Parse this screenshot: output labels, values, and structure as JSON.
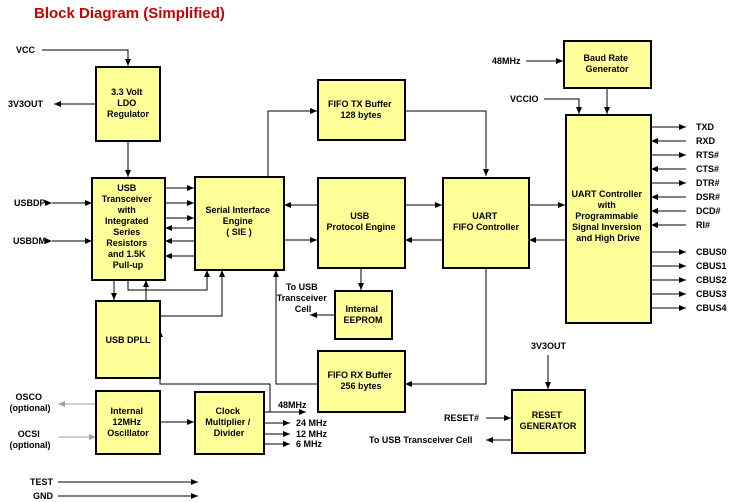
{
  "title": "Block Diagram (Simplified)",
  "colors": {
    "title": "#cc0000",
    "block_fill": "#ffff99",
    "block_stroke": "#000000",
    "line": "#000000",
    "gray_line": "#a0a0a0"
  },
  "blocks": {
    "ldo": [
      "3.3 Volt",
      "LDO",
      "Regulator"
    ],
    "usb_transceiver": [
      "USB",
      "Transceiver",
      "with",
      "Integrated",
      "Series",
      "Resistors",
      "and 1.5K",
      "Pull-up"
    ],
    "usb_dpll": [
      "USB DPLL"
    ],
    "oscillator": [
      "Internal",
      "12MHz",
      "Oscillator"
    ],
    "clock_multiplier": [
      "Clock",
      "Multiplier /",
      "Divider"
    ],
    "sie": [
      "Serial Interface",
      "Engine",
      "( SIE )"
    ],
    "fifo_tx": [
      "FIFO TX Buffer",
      "128 bytes"
    ],
    "usb_protocol": [
      "USB",
      "Protocol Engine"
    ],
    "eeprom": [
      "Internal",
      "EEPROM"
    ],
    "fifo_rx": [
      "FIFO RX Buffer",
      "256 bytes"
    ],
    "uart_fifo": [
      "UART",
      "FIFO Controller"
    ],
    "baud_rate": [
      "Baud Rate",
      "Generator"
    ],
    "uart_controller": [
      "UART Controller",
      "with",
      "Programmable",
      "Signal Inversion",
      "and High Drive"
    ],
    "reset_generator": [
      "RESET",
      "GENERATOR"
    ]
  },
  "labels": {
    "vcc": "VCC",
    "v3v3out_left": "3V3OUT",
    "usbdp": "USBDP",
    "usbdm": "USBDM",
    "osco": [
      "OSCO",
      "(optional)"
    ],
    "ocsi": [
      "OCSI",
      "(optional)"
    ],
    "test": "TEST",
    "gnd": "GND",
    "mhz48_baud": "48MHz",
    "mhz48_clock": "48MHz",
    "mhz24": "24 MHz",
    "mhz12": "12 MHz",
    "mhz6": "6 MHz",
    "vccio": "VCCIO",
    "to_usb_cell_eeprom": [
      "To USB",
      "Transceiver",
      "Cell"
    ],
    "v3v3out_reset": "3V3OUT",
    "reset_pin": "RESET#",
    "to_usb_cell_reset": "To USB Transceiver Cell"
  },
  "uart_pins": [
    "TXD",
    "RXD",
    "RTS#",
    "CTS#",
    "DTR#",
    "DSR#",
    "DCD#",
    "RI#"
  ],
  "cbus_pins": [
    "CBUS0",
    "CBUS1",
    "CBUS2",
    "CBUS3",
    "CBUS4"
  ]
}
